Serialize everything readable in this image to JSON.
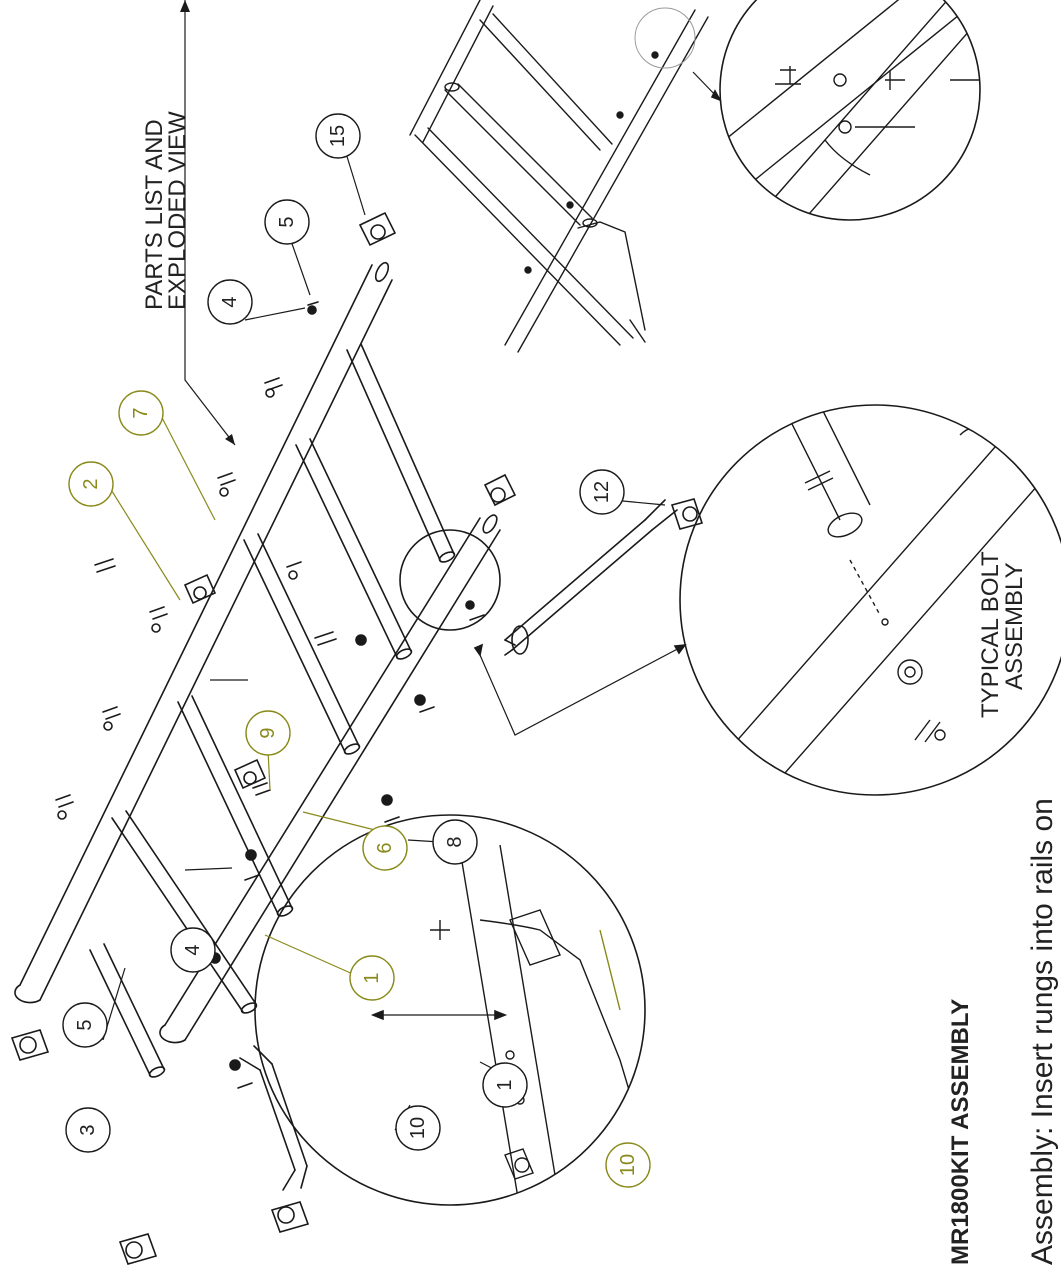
{
  "heading": "MR1800KIT  ASSEMBLY",
  "instruction": "Assembly:  Insert rungs into rails on",
  "view_label_line1": "PARTS LIST AND",
  "view_label_line2": "EXPLODED VIEW",
  "detail_label_line1": "TYPICAL BOLT",
  "detail_label_line2": "ASSEMBLY",
  "colors": {
    "line": "#1a1a1a",
    "highlight_stroke": "#8a8a1c",
    "highlight_text": "#8a8a1c",
    "background": "#ffffff"
  },
  "callouts": [
    {
      "id": "c15",
      "text": "15",
      "highlight": false
    },
    {
      "id": "c5a",
      "text": "5",
      "highlight": false
    },
    {
      "id": "c4a",
      "text": "4",
      "highlight": false
    },
    {
      "id": "c7",
      "text": "7",
      "highlight": true
    },
    {
      "id": "c2",
      "text": "2",
      "highlight": true
    },
    {
      "id": "c12",
      "text": "12",
      "highlight": false
    },
    {
      "id": "c9",
      "text": "9",
      "highlight": true
    },
    {
      "id": "c8",
      "text": "8",
      "highlight": false
    },
    {
      "id": "c6",
      "text": "6",
      "highlight": true
    },
    {
      "id": "c1",
      "text": "1",
      "highlight": true
    },
    {
      "id": "c4b",
      "text": "4",
      "highlight": false
    },
    {
      "id": "c5b",
      "text": "5",
      "highlight": false
    },
    {
      "id": "c3",
      "text": "3",
      "highlight": false
    },
    {
      "id": "c10",
      "text": "10",
      "highlight": false
    },
    {
      "id": "c1d",
      "text": "1",
      "highlight": false
    },
    {
      "id": "c10d",
      "text": "10",
      "highlight": true
    }
  ]
}
